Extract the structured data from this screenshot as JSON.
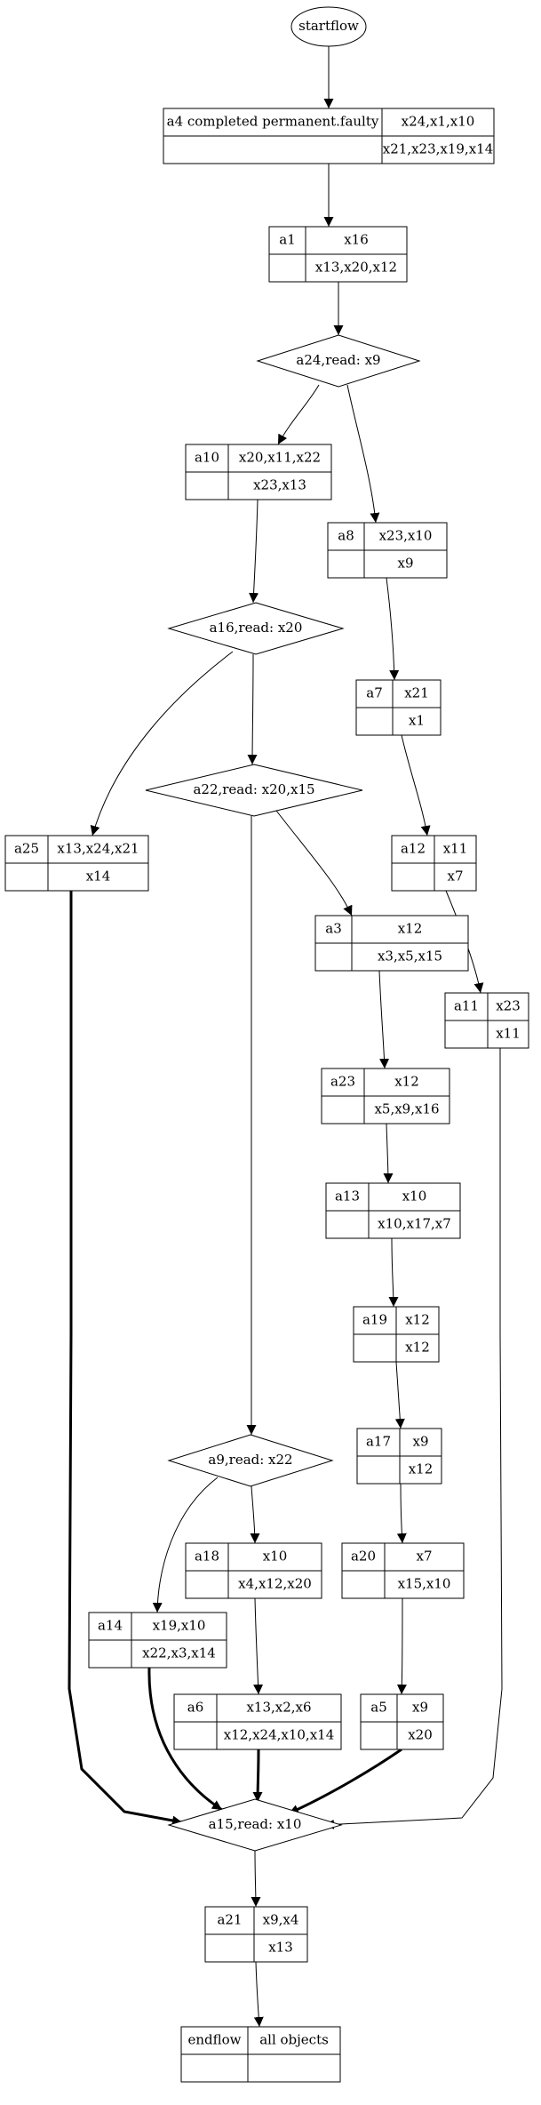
{
  "nodes": [
    {
      "id": "startflow",
      "type": "ellipse",
      "label": "startflow"
    },
    {
      "id": "a4",
      "type": "record",
      "name": "a4 completed permanent.faulty",
      "writes": "x24,x1,x10",
      "reads": "x21,x23,x19,x14"
    },
    {
      "id": "a1",
      "type": "record",
      "name": "a1",
      "writes": "x16",
      "reads": "x13,x20,x12"
    },
    {
      "id": "d_a24",
      "type": "diamond",
      "label": "a24,read: x9"
    },
    {
      "id": "a10",
      "type": "record",
      "name": "a10",
      "writes": "x20,x11,x22",
      "reads": "x23,x13"
    },
    {
      "id": "a8",
      "type": "record",
      "name": "a8",
      "writes": "x23,x10",
      "reads": "x9"
    },
    {
      "id": "d_a16",
      "type": "diamond",
      "label": "a16,read: x20"
    },
    {
      "id": "a7",
      "type": "record",
      "name": "a7",
      "writes": "x21",
      "reads": "x1"
    },
    {
      "id": "d_a22",
      "type": "diamond",
      "label": "a22,read: x20,x15"
    },
    {
      "id": "a25",
      "type": "record",
      "name": "a25",
      "writes": "x13,x24,x21",
      "reads": "x14"
    },
    {
      "id": "a12",
      "type": "record",
      "name": "a12",
      "writes": "x11",
      "reads": "x7"
    },
    {
      "id": "a3",
      "type": "record",
      "name": "a3",
      "writes": "x12",
      "reads": "x3,x5,x15"
    },
    {
      "id": "a11",
      "type": "record",
      "name": "a11",
      "writes": "x23",
      "reads": "x11"
    },
    {
      "id": "a23",
      "type": "record",
      "name": "a23",
      "writes": "x12",
      "reads": "x5,x9,x16"
    },
    {
      "id": "a13",
      "type": "record",
      "name": "a13",
      "writes": "x10",
      "reads": "x10,x17,x7"
    },
    {
      "id": "a19",
      "type": "record",
      "name": "a19",
      "writes": "x12",
      "reads": "x12"
    },
    {
      "id": "d_a9",
      "type": "diamond",
      "label": "a9,read: x22"
    },
    {
      "id": "a17",
      "type": "record",
      "name": "a17",
      "writes": "x9",
      "reads": "x12"
    },
    {
      "id": "a18",
      "type": "record",
      "name": "a18",
      "writes": "x10",
      "reads": "x4,x12,x20"
    },
    {
      "id": "a20",
      "type": "record",
      "name": "a20",
      "writes": "x7",
      "reads": "x15,x10"
    },
    {
      "id": "a14",
      "type": "record",
      "name": "a14",
      "writes": "x19,x10",
      "reads": "x22,x3,x14"
    },
    {
      "id": "a6",
      "type": "record",
      "name": "a6",
      "writes": "x13,x2,x6",
      "reads": "x12,x24,x10,x14"
    },
    {
      "id": "a5",
      "type": "record",
      "name": "a5",
      "writes": "x9",
      "reads": "x20"
    },
    {
      "id": "d_a15",
      "type": "diamond",
      "label": "a15,read: x10"
    },
    {
      "id": "a21",
      "type": "record",
      "name": "a21",
      "writes": "x9,x4",
      "reads": "x13"
    },
    {
      "id": "endflow",
      "type": "record",
      "name": "endflow",
      "writes": "all objects",
      "reads": ""
    }
  ],
  "edges": [
    {
      "from": "startflow",
      "to": "a4",
      "weight": 1
    },
    {
      "from": "a4",
      "to": "a1",
      "weight": 1
    },
    {
      "from": "a1",
      "to": "d_a24",
      "weight": 1
    },
    {
      "from": "d_a24",
      "to": "a10",
      "weight": 1
    },
    {
      "from": "d_a24",
      "to": "a8",
      "weight": 1
    },
    {
      "from": "a10",
      "to": "d_a16",
      "weight": 1
    },
    {
      "from": "a8",
      "to": "a7",
      "weight": 1
    },
    {
      "from": "d_a16",
      "to": "a25",
      "weight": 1
    },
    {
      "from": "d_a16",
      "to": "d_a22",
      "weight": 1
    },
    {
      "from": "a7",
      "to": "a12",
      "weight": 1
    },
    {
      "from": "d_a22",
      "to": "a3",
      "weight": 1
    },
    {
      "from": "d_a22",
      "to": "d_a9",
      "weight": 1
    },
    {
      "from": "a12",
      "to": "a11",
      "weight": 1
    },
    {
      "from": "a3",
      "to": "a23",
      "weight": 1
    },
    {
      "from": "a23",
      "to": "a13",
      "weight": 1
    },
    {
      "from": "a13",
      "to": "a19",
      "weight": 1
    },
    {
      "from": "a19",
      "to": "a17",
      "weight": 1
    },
    {
      "from": "a17",
      "to": "a20",
      "weight": 1
    },
    {
      "from": "a20",
      "to": "a5",
      "weight": 1
    },
    {
      "from": "d_a9",
      "to": "a18",
      "weight": 1
    },
    {
      "from": "d_a9",
      "to": "a14",
      "weight": 1
    },
    {
      "from": "a18",
      "to": "a6",
      "weight": 1
    },
    {
      "from": "a25",
      "to": "d_a15",
      "weight": 2
    },
    {
      "from": "a14",
      "to": "d_a15",
      "weight": 2
    },
    {
      "from": "a6",
      "to": "d_a15",
      "weight": 2
    },
    {
      "from": "a5",
      "to": "d_a15",
      "weight": 2
    },
    {
      "from": "a11",
      "to": "d_a15",
      "weight": 1
    },
    {
      "from": "d_a15",
      "to": "a21",
      "weight": 1
    },
    {
      "from": "a21",
      "to": "endflow",
      "weight": 1
    }
  ]
}
